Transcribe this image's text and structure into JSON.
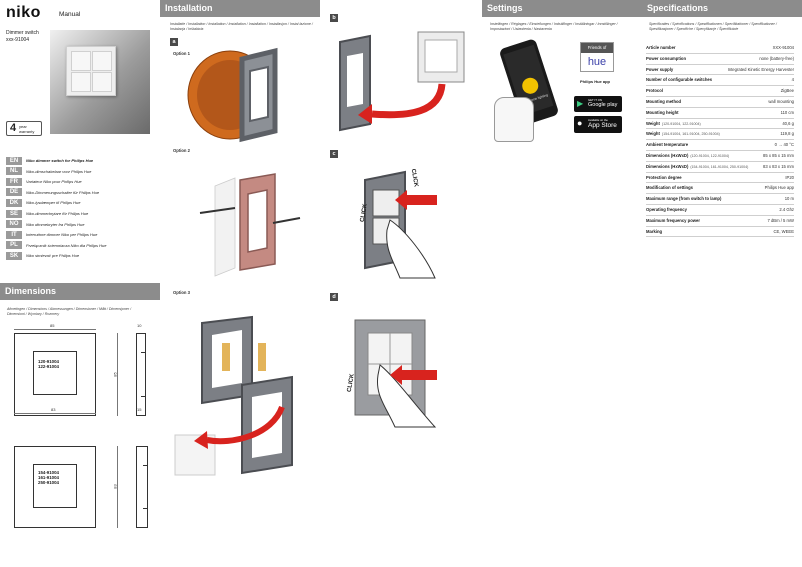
{
  "brand": {
    "logo": "niko",
    "doc_type": "Manual",
    "product": "Dimmer switch",
    "article": "xxx-91004",
    "warranty_number": "4",
    "warranty_word1": "year",
    "warranty_word2": "warranty"
  },
  "languages": [
    {
      "code": "EN",
      "text": "Niko dimmer switch for Philips Hue"
    },
    {
      "code": "NL",
      "text": "Niko-dimschakelaar voor Philips Hue"
    },
    {
      "code": "FR",
      "text": "Variateur Niko pour Philips Hue"
    },
    {
      "code": "DE",
      "text": "Niko-Dimmerungsschalter für Philips Hue"
    },
    {
      "code": "DK",
      "text": "Niko-lysdæmper til Philips Hue"
    },
    {
      "code": "SE",
      "text": "Niko-dimmerbrytare för Philips Hue"
    },
    {
      "code": "NO",
      "text": "Niko dimmebryter fra Philips Hue"
    },
    {
      "code": "IT",
      "text": "Interruttore dimmer Niko per Philips Hue"
    },
    {
      "code": "PL",
      "text": "Przełącznik ściemniacza Niko dla Philips Hue"
    },
    {
      "code": "SK",
      "text": "Niko stmievač pre Philips Hue"
    }
  ],
  "dimensions": {
    "header": "Dimensions",
    "subtitle": "Afmetingen / Dimensions / Abmessungen / Dimensioner / Mått / Dimensjoner / Dimensioni / Wymiary / Rozmery",
    "plate1": {
      "width": "85",
      "height": "85",
      "depth": "10",
      "codes": [
        "120-91004",
        "122-91004"
      ]
    },
    "plate2": {
      "width": "83",
      "height": "83",
      "depth": "15",
      "codes": [
        "154-91004",
        "161-91004",
        "250-91004"
      ]
    }
  },
  "installation": {
    "header": "Installation",
    "subtitle": "Installatie / Installation / Installation / Installation / Installation / Installasjon / Instal lazione / Instalacja / Inštalácia",
    "step_a": "a",
    "option1": "Option 1",
    "option2": "Option 2",
    "option3": "Option 3",
    "step_b": "b",
    "step_c": "c",
    "step_d": "d",
    "click": "CLICK"
  },
  "settings": {
    "header": "Settings",
    "subtitle": "Instellingen / Réglages / Einstellungen / Indstillinger / Inställningar / Innstillinger / Impostazioni / Ustawienia / Nastavenia",
    "friends_of": "Friends of",
    "hue": "hue",
    "app_name": "Philips Hue app",
    "google_small": "GET IT ON",
    "google_big": "Google play",
    "apple_small": "Available on the",
    "apple_big": "App Store",
    "phone_text": "Easy home lighting"
  },
  "specifications": {
    "header": "Specifications",
    "subtitle": "Specificaties / Spécifications / Spezifikationen / Specifikationer / Specifikationer / Spesifikasjoner / Specifiche / Specyfikacje / Špecifikácie",
    "rows": [
      {
        "k": "Article number",
        "sub": "",
        "v": "XXX-91004"
      },
      {
        "k": "Power consumption",
        "sub": "",
        "v": "none (battery-free)"
      },
      {
        "k": "Power supply",
        "sub": "",
        "v": "Integrated Kinetic Energy Harvester"
      },
      {
        "k": "Number of configurable switches",
        "sub": "",
        "v": "4"
      },
      {
        "k": "Protocol",
        "sub": "",
        "v": "ZigBee"
      },
      {
        "k": "Mounting method",
        "sub": "",
        "v": "wall mounting"
      },
      {
        "k": "Mounting height",
        "sub": "",
        "v": "110 cm"
      },
      {
        "k": "Weight",
        "sub": "(120-91004, 122-91004)",
        "v": "40,6 g"
      },
      {
        "k": "Weight",
        "sub": "(154-91004, 161-91004, 250-91004)",
        "v": "119,8 g"
      },
      {
        "k": "Ambient temperature",
        "sub": "",
        "v": "0 → 40 °C"
      },
      {
        "k": "Dimensions (HxWxD)",
        "sub": "(120-91004, 122-91004)",
        "v": "85 x 85 x 15 mm"
      },
      {
        "k": "Dimensions (HxWxD)",
        "sub": "(154-91004, 161-91004, 250-91004)",
        "v": "83 x 83 x 15 mm"
      },
      {
        "k": "Protection degree",
        "sub": "",
        "v": "IP20"
      },
      {
        "k": "Modification of settings",
        "sub": "",
        "v": "Philips Hue app"
      },
      {
        "k": "Maximum range (from switch to lamp)",
        "sub": "",
        "v": "10 m"
      },
      {
        "k": "Operating frequency",
        "sub": "",
        "v": "2.4 Ghz"
      },
      {
        "k": "Maximum frequency power",
        "sub": "",
        "v": "7 dBm / 5 mW"
      },
      {
        "k": "Marking",
        "sub": "",
        "v": "CE, WEEE"
      }
    ]
  },
  "colors": {
    "header_grey": "#8c8c8c",
    "arrow_red": "#d8231e",
    "box_orange": "#d2691e",
    "frame_grey": "#6f7278"
  }
}
